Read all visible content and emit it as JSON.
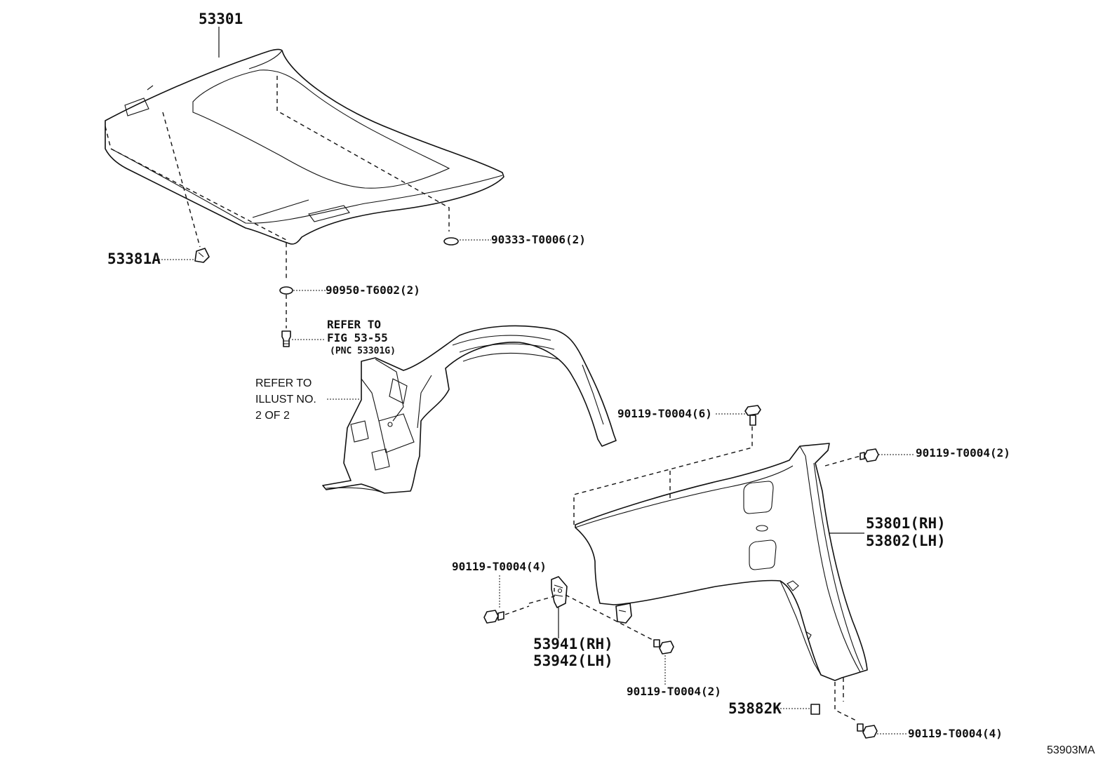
{
  "labels": {
    "hood": "53301",
    "hood_cushion": "53381A",
    "hood_seal_rear": "90333-T0006(2)",
    "hood_washer": "90950-T6002(2)",
    "refer_fig_1": "REFER TO",
    "refer_fig_2": "FIG 53-55",
    "refer_fig_3": "(PNC 53301G)",
    "refer_illust_1": "REFER TO",
    "refer_illust_2": "ILLUST NO.",
    "refer_illust_3": "2 OF 2",
    "bolt_top": "90119-T0004(6)",
    "bolt_right": "90119-T0004(2)",
    "fender_rh": "53801(RH)",
    "fender_lh": "53802(LH)",
    "bolt_left": "90119-T0004(4)",
    "bracket_rh": "53941(RH)",
    "bracket_lh": "53942(LH)",
    "bolt_lower_mid": "90119-T0004(2)",
    "clip": "53882K",
    "bolt_bottom_right": "90119-T0004(4)",
    "diagram_id": "53903MA"
  }
}
